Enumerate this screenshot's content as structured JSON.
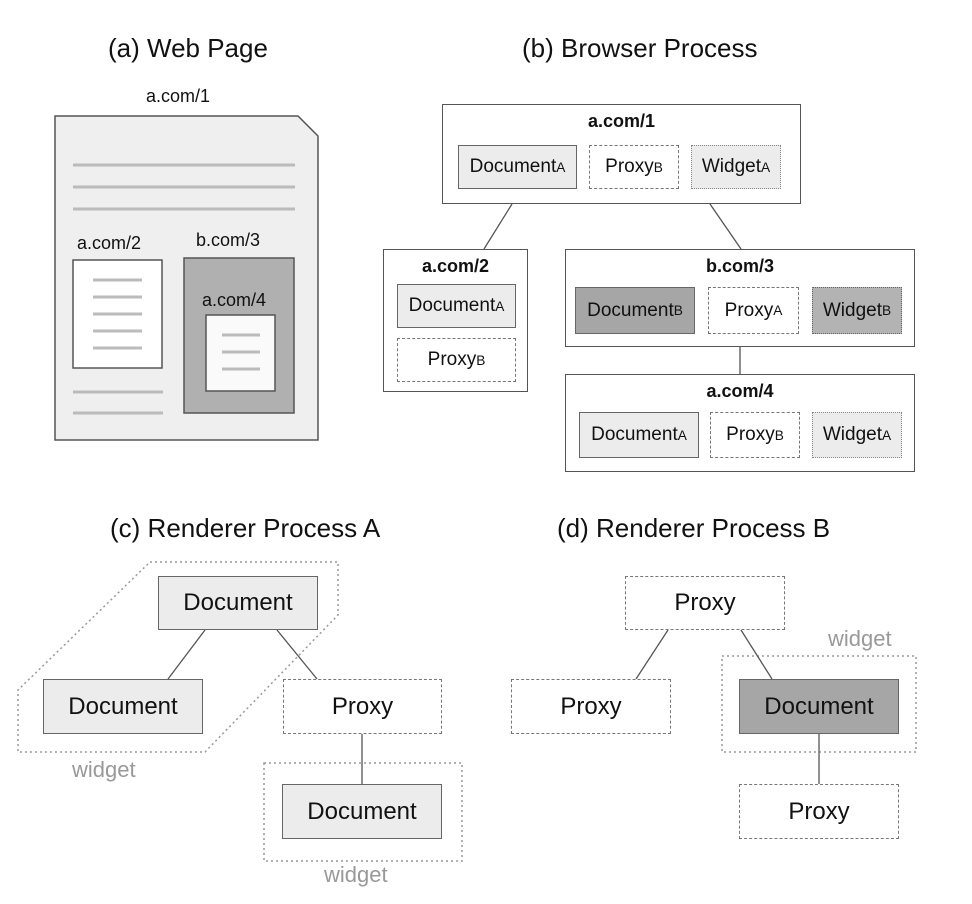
{
  "panels": {
    "a": {
      "title": "(a) Web Page",
      "page_url": "a.com/1",
      "frame_a2": "a.com/2",
      "frame_b3": "b.com/3",
      "frame_a4": "a.com/4"
    },
    "b": {
      "title": "(b) Browser Process",
      "nodes": {
        "a1": {
          "url": "a.com/1",
          "items": [
            {
              "name": "Document",
              "sub": "A"
            },
            {
              "name": "Proxy",
              "sub": "B"
            },
            {
              "name": "Widget",
              "sub": "A"
            }
          ]
        },
        "a2": {
          "url": "a.com/2",
          "items": [
            {
              "name": "Document",
              "sub": "A"
            },
            {
              "name": "Proxy",
              "sub": "B"
            }
          ]
        },
        "b3": {
          "url": "b.com/3",
          "items": [
            {
              "name": "Document",
              "sub": "B"
            },
            {
              "name": "Proxy",
              "sub": "A"
            },
            {
              "name": "Widget",
              "sub": "B"
            }
          ]
        },
        "a4": {
          "url": "a.com/4",
          "items": [
            {
              "name": "Document",
              "sub": "A"
            },
            {
              "name": "Proxy",
              "sub": "B"
            },
            {
              "name": "Widget",
              "sub": "A"
            }
          ]
        }
      }
    },
    "c": {
      "title": "(c) Renderer Process A",
      "root": "Document",
      "left": "Document",
      "right": "Proxy",
      "child": "Document",
      "widget_label_1": "widget",
      "widget_label_2": "widget"
    },
    "d": {
      "title": "(d) Renderer Process B",
      "root": "Proxy",
      "left": "Proxy",
      "right": "Document",
      "child": "Proxy",
      "widget_label": "widget"
    }
  },
  "colors": {
    "line": "#555555",
    "document_a_fill": "#ececec",
    "document_b_fill": "#a6a6a6",
    "widget_label": "#999999"
  }
}
